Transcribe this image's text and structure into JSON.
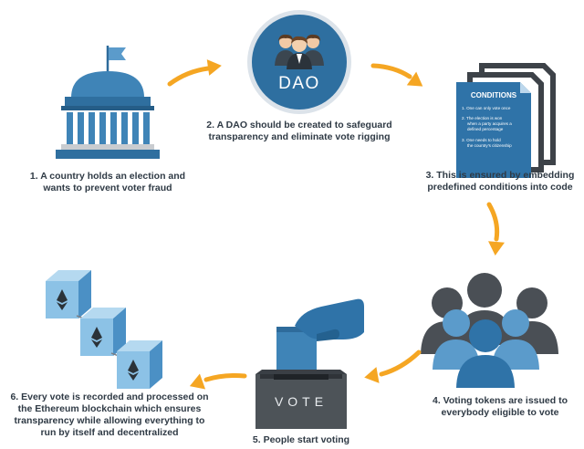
{
  "diagram": {
    "colors": {
      "primary_blue": "#3778a8",
      "dark_blue": "#235a85",
      "light_blue": "#5b9bcb",
      "cube_blue": "#8cc2e6",
      "arrow_orange": "#f5a623",
      "dark_gray": "#4a4f55",
      "text": "#2f3a45"
    },
    "steps": [
      {
        "icon": "government-building-icon",
        "lines": [
          "1. A country holds an election and",
          "wants to prevent voter fraud"
        ]
      },
      {
        "icon": "dao-badge-icon",
        "badge_label": "DAO",
        "lines": [
          "2. A DAO should be created to safeguard",
          "transparency and eliminate vote rigging"
        ]
      },
      {
        "icon": "conditions-documents-icon",
        "lines": [
          "3. This is ensured by embedding",
          "predefined conditions into code"
        ],
        "document": {
          "title": "CONDITIONS",
          "items": [
            [
              "1. One can only vote once"
            ],
            [
              "2. The election is won",
              "when a party acquires a",
              "defined percentage"
            ],
            [
              "3. One needs to hold",
              "the country's citizenship"
            ]
          ]
        }
      },
      {
        "icon": "people-group-icon",
        "lines": [
          "4. Voting tokens are issued to",
          "everybody eligible to vote"
        ]
      },
      {
        "icon": "ballot-box-icon",
        "box_label": "VOTE",
        "lines": [
          "5. People start voting"
        ]
      },
      {
        "icon": "ethereum-blocks-icon",
        "lines": [
          "6. Every vote is recorded and processed on",
          "the Ethereum blockchain which ensures",
          "transparency while allowing everything to",
          "run by itself and decentralized"
        ]
      }
    ]
  }
}
